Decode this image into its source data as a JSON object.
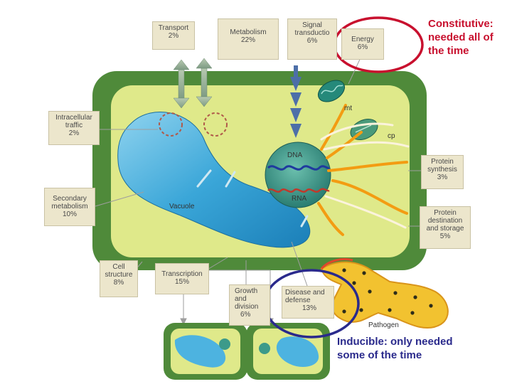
{
  "categories": {
    "transport": {
      "label": "Transport",
      "pct": "2%"
    },
    "metabolism": {
      "label": "Metabolism",
      "pct": "22%"
    },
    "signal": {
      "label": "Signal\ntransductio",
      "pct": "6%"
    },
    "energy": {
      "label": "Energy",
      "pct": "6%"
    },
    "intracellular": {
      "label": "Intracellular\ntraffic",
      "pct": "2%"
    },
    "secondary": {
      "label": "Secondary\nmetabolism",
      "pct": "10%"
    },
    "protein_synthesis": {
      "label": "Protein\nsynthesis",
      "pct": "3%"
    },
    "protein_destination": {
      "label": "Protein\ndestination\nand storage",
      "pct": "5%"
    },
    "cell_structure": {
      "label": "Cell\nstructure",
      "pct": "8%"
    },
    "transcription": {
      "label": "Transcription",
      "pct": "15%"
    },
    "growth": {
      "label": "Growth\nand\ndivision",
      "pct": "6%"
    },
    "disease": {
      "label": "Disease and\ndefense",
      "pct": "13%"
    }
  },
  "organelles": {
    "dna": "DNA",
    "rna": "RNA",
    "vacuole": "Vacuole",
    "mt": "mt",
    "cp": "cp",
    "pathogen": "Pathogen"
  },
  "annotations": {
    "constitutive": "Constitutive:\nneeded all of\nthe time",
    "inducible": "Inducible: only needed\nsome of the time"
  },
  "colors": {
    "constitutive_circle": "#c8102e",
    "inducible_circle": "#2a2a8c",
    "cell_wall": "#4f8a3a",
    "cytoplasm": "#dfe98a",
    "vacuole": "#3fa9d6",
    "nucleus": "#3c9a8a",
    "pathogen": "#f2c230"
  }
}
